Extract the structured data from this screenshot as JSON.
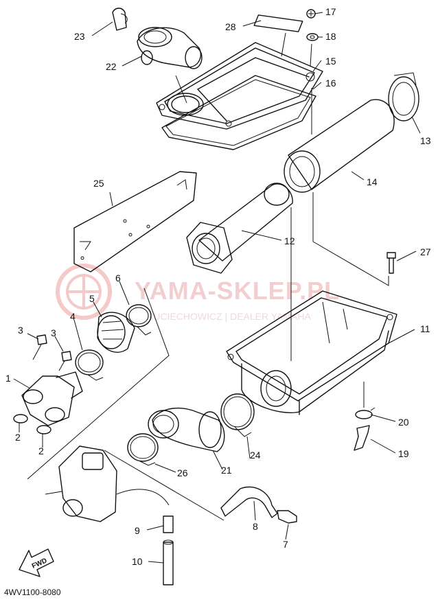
{
  "diagram": {
    "catalog_code": "4WV1100-8080",
    "fwd_label": "FWD",
    "watermark": {
      "brand": "YAMA-SKLEP.PL",
      "subtitle": "KUCIECHOWICZ | DEALER YAMAHA"
    },
    "callouts": [
      "1",
      "2",
      "2",
      "3",
      "3",
      "4",
      "5",
      "6",
      "7",
      "8",
      "9",
      "10",
      "11",
      "12",
      "13",
      "14",
      "15",
      "16",
      "17",
      "18",
      "19",
      "20",
      "21",
      "22",
      "23",
      "24",
      "25",
      "26",
      "27",
      "28"
    ]
  }
}
